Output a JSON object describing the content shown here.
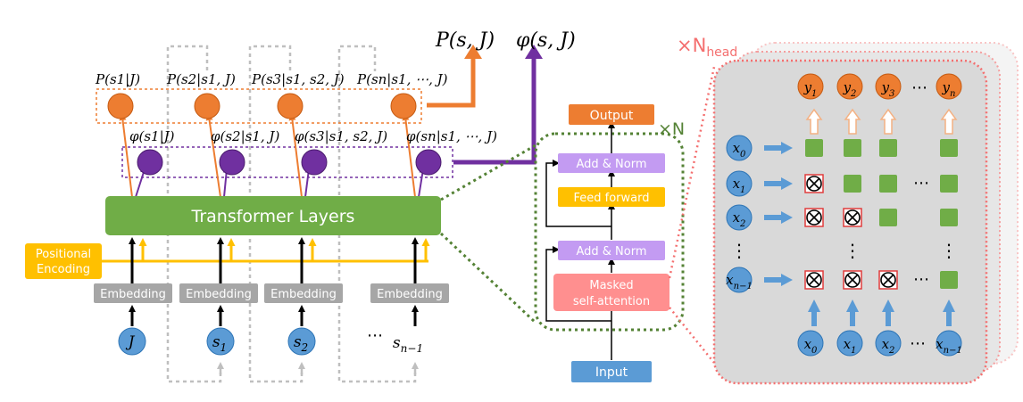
{
  "left": {
    "outputs_top": [
      "P(s, J)",
      "φ(s, J)"
    ],
    "prob_labels": [
      "P(s1|J)",
      "P(s2|s1, J)",
      "P(s3|s1, s2, J)",
      "P(sn|s1, ⋯, J)"
    ],
    "phi_labels": [
      "φ(s1|J)",
      "φ(s2|s1, J)",
      "φ(s3|s1, s2, J)",
      "φ(sn|s1, ⋯, J)"
    ],
    "transformer_label": "Transformer Layers",
    "positional_label_line1": "Positional",
    "positional_label_line2": "Encoding",
    "embedding_label": "Embedding",
    "inputs": [
      "J",
      "s1",
      "s2",
      "sn−1"
    ],
    "ellipsis": "⋯"
  },
  "middle": {
    "output_label": "Output",
    "add_norm_label": "Add & Norm",
    "feed_forward_label": "Feed forward",
    "masked_line1": "Masked",
    "masked_line2": "self-attention",
    "input_label": "Input",
    "repeat_label": "×N"
  },
  "right": {
    "heads_label": "×N",
    "heads_sub": "head",
    "outputs": [
      "y1",
      "y2",
      "y3",
      "yn"
    ],
    "rows": [
      "x0",
      "x1",
      "x2",
      "xn−1"
    ],
    "cols": [
      "x0",
      "x1",
      "x2",
      "xn−1"
    ],
    "ellipsis": "⋯",
    "vdots": "⋮"
  },
  "colors": {
    "orange": "#ED7D31",
    "purple": "#7030A0",
    "green": "#70AD47",
    "gold": "#FFC000",
    "gray": "#A6A6A6",
    "blue": "#5B9BD5",
    "pink": "#FF8F8F",
    "lavender": "#C39BF2",
    "dotred": "#F46F6F"
  }
}
